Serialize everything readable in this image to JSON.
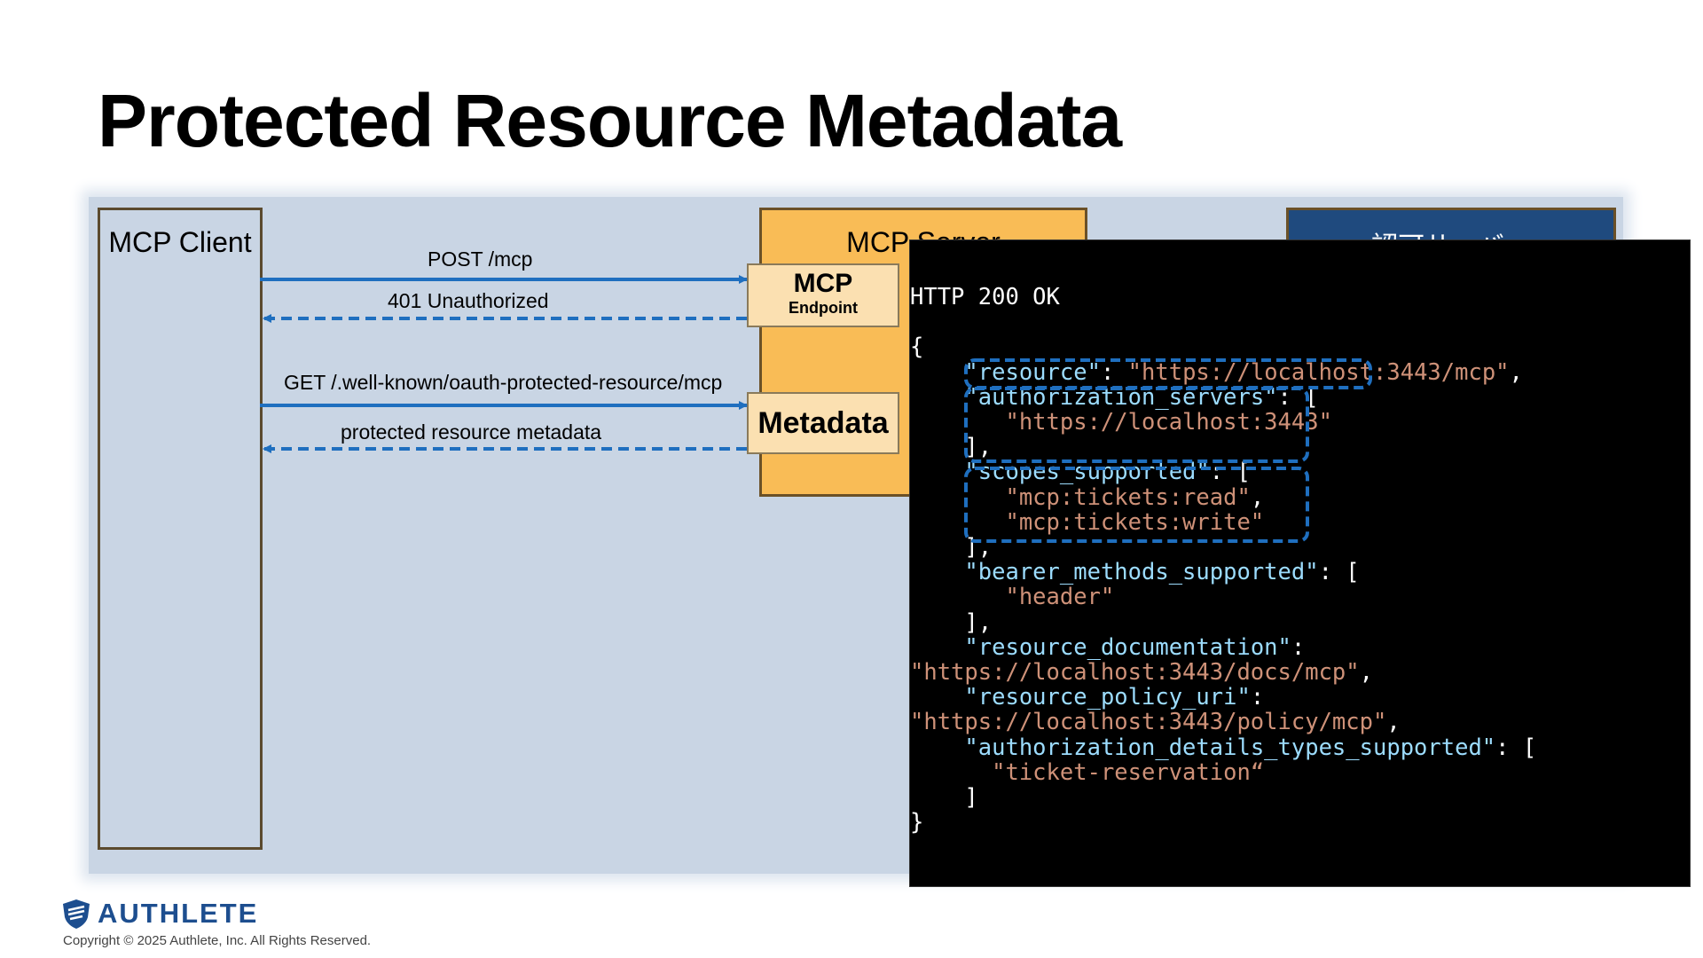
{
  "slide": {
    "title": "Protected Resource Metadata",
    "copyright": "Copyright © 2025 Authlete, Inc. All Rights Reserved.",
    "logo_text": "AUTHLETE"
  },
  "diagram": {
    "client_label": "MCP Client",
    "server_label": "MCP Server",
    "authz_label": "認可サーバー",
    "mcp_endpoint": {
      "title": "MCP",
      "subtitle": "Endpoint"
    },
    "metadata_box": "Metadata",
    "arrows": [
      {
        "label": "POST /mcp",
        "direction": "request"
      },
      {
        "label": "401 Unauthorized",
        "direction": "response"
      },
      {
        "label": "GET /.well-known/oauth-protected-resource/mcp",
        "direction": "request"
      },
      {
        "label": "protected resource metadata",
        "direction": "response"
      }
    ]
  },
  "response": {
    "status": "HTTP 200 OK",
    "resource_key": "\"resource\"",
    "resource_val": "\"https://localhost:3443/mcp\"",
    "as_key": "\"authorization_servers\"",
    "as_val": "\"https://localhost:3443\"",
    "scopes_key": "\"scopes_supported\"",
    "scope1": "\"mcp:tickets:read\"",
    "scope2": "\"mcp:tickets:write\"",
    "bearer_key": "\"bearer_methods_supported\"",
    "bearer_val": "\"header\"",
    "doc_key": "\"resource_documentation\"",
    "doc_val": "\"https://localhost:3443/docs/mcp\"",
    "policy_key": "\"resource_policy_uri\"",
    "policy_val": "\"https://localhost:3443/policy/mcp\"",
    "adt_key": "\"authorization_details_types_supported\"",
    "adt_val": "\"ticket-reservation“"
  },
  "colors": {
    "panel": "#c9d5e4",
    "server": "#f9bc56",
    "authz": "#1f4a7e",
    "arrow": "#1f6fbf",
    "json_key": "#9cdcfe",
    "json_string": "#ce9178",
    "highlight": "#1f6fbf"
  }
}
